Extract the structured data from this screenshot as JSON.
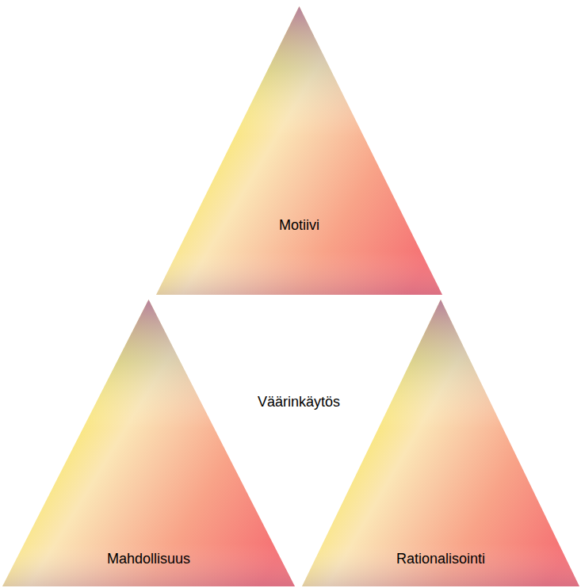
{
  "diagram": {
    "nodes": [
      {
        "text": [
          "Motiivi"
        ]
      },
      {
        "text": [
          "Mahdollisuus"
        ]
      },
      {
        "text": [
          "Rationalisointi"
        ]
      }
    ],
    "labels": [
      "Väärinkäytös"
    ]
  }
}
